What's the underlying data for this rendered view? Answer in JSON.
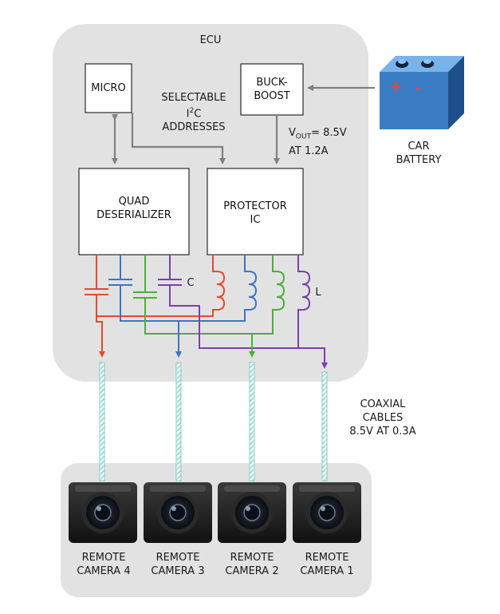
{
  "colors": {
    "panel": "#e2e2e2",
    "wire_gray": "#808080",
    "red": "#e34a2f",
    "blue": "#3d74c8",
    "green": "#4caf3a",
    "purple": "#7a3fb0",
    "coax": "#9edbd6",
    "battery": "#3a7dc4"
  },
  "ecu": {
    "title": "ECU"
  },
  "micro": {
    "label": "MICRO"
  },
  "buck_boost": {
    "line1": "BUCK-",
    "line2": "BOOST"
  },
  "i2c": {
    "line1": "SELECTABLE",
    "line2_main": "I",
    "line2_sup": "2",
    "line2_tail": "C",
    "line3": "ADDRESSES"
  },
  "vout": {
    "line1_main": "V",
    "line1_sub": "OUT",
    "line1_tail": "= 8.5V",
    "line2": "AT 1.2A"
  },
  "battery": {
    "line1": "CAR",
    "line2": "BATTERY",
    "plus": "+",
    "minus": "-"
  },
  "quad_deserializer": {
    "line1": "QUAD",
    "line2": "DESERIALIZER"
  },
  "protector": {
    "line1": "PROTECTOR",
    "line2": "IC"
  },
  "capacitor_label": "C",
  "inductor_label": "L",
  "coax": {
    "line1": "COAXIAL",
    "line2": "CABLES",
    "line3": "8.5V AT 0.3A"
  },
  "cameras": [
    {
      "line1": "REMOTE",
      "line2": "CAMERA 4"
    },
    {
      "line1": "REMOTE",
      "line2": "CAMERA 3"
    },
    {
      "line1": "REMOTE",
      "line2": "CAMERA 2"
    },
    {
      "line1": "REMOTE",
      "line2": "CAMERA 1"
    }
  ]
}
